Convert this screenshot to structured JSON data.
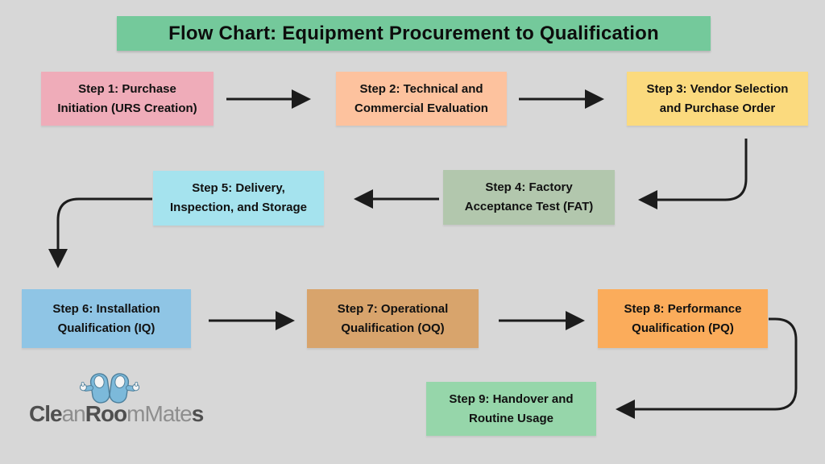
{
  "title": {
    "text": "Flow Chart: Equipment Procurement to Qualification",
    "bg": "#74c99b"
  },
  "steps": [
    {
      "label": "Step 1: Purchase Initiation (URS Creation)",
      "lines": [
        "Step 1: Purchase",
        "Initiation (URS Creation)"
      ],
      "bg": "#efacb9"
    },
    {
      "label": "Step 2: Technical and Commercial Evaluation",
      "lines": [
        "Step 2: Technical and",
        "Commercial Evaluation"
      ],
      "bg": "#fdc29e"
    },
    {
      "label": "Step 3: Vendor Selection and Purchase Order",
      "lines": [
        "Step 3: Vendor Selection",
        "and Purchase Order"
      ],
      "bg": "#fbda7e"
    },
    {
      "label": "Step 4: Factory Acceptance Test (FAT)",
      "lines": [
        "Step 4: Factory",
        "Acceptance Test (FAT)"
      ],
      "bg": "#b2c7ad"
    },
    {
      "label": "Step 5: Delivery, Inspection, and Storage",
      "lines": [
        "Step 5: Delivery,",
        "Inspection, and Storage"
      ],
      "bg": "#a5e3ee"
    },
    {
      "label": "Step 6: Installation Qualification (IQ)",
      "lines": [
        "Step 6: Installation",
        "Qualification (IQ)"
      ],
      "bg": "#8fc5e5"
    },
    {
      "label": "Step 7: Operational Qualification (OQ)",
      "lines": [
        "Step 7: Operational",
        "Qualification (OQ)"
      ],
      "bg": "#d8a46c"
    },
    {
      "label": "Step 8: Performance Qualification (PQ)",
      "lines": [
        "Step 8: Performance",
        "Qualification (PQ)"
      ],
      "bg": "#fbac5b"
    },
    {
      "label": "Step 9: Handover and Routine Usage",
      "lines": [
        "Step 9: Handover and",
        "Routine Usage"
      ],
      "bg": "#96d6aa"
    }
  ],
  "connections": [
    {
      "from": "Step 1",
      "to": "Step 2"
    },
    {
      "from": "Step 2",
      "to": "Step 3"
    },
    {
      "from": "Step 3",
      "to": "Step 4"
    },
    {
      "from": "Step 4",
      "to": "Step 5"
    },
    {
      "from": "Step 5",
      "to": "Step 6"
    },
    {
      "from": "Step 6",
      "to": "Step 7"
    },
    {
      "from": "Step 7",
      "to": "Step 8"
    },
    {
      "from": "Step 8",
      "to": "Step 9"
    }
  ],
  "arrow_color": "#1c1c1c",
  "background_color": "#d7d7d7",
  "logo": {
    "name": "CleanRoomMates",
    "segments": [
      {
        "text": "Cle",
        "weight": "bold"
      },
      {
        "text": "an",
        "weight": "light"
      },
      {
        "text": "Roo",
        "weight": "bold"
      },
      {
        "text": "m",
        "weight": "light"
      },
      {
        "text": "Mate",
        "weight": "light"
      },
      {
        "text": "s",
        "weight": "bold"
      }
    ]
  }
}
